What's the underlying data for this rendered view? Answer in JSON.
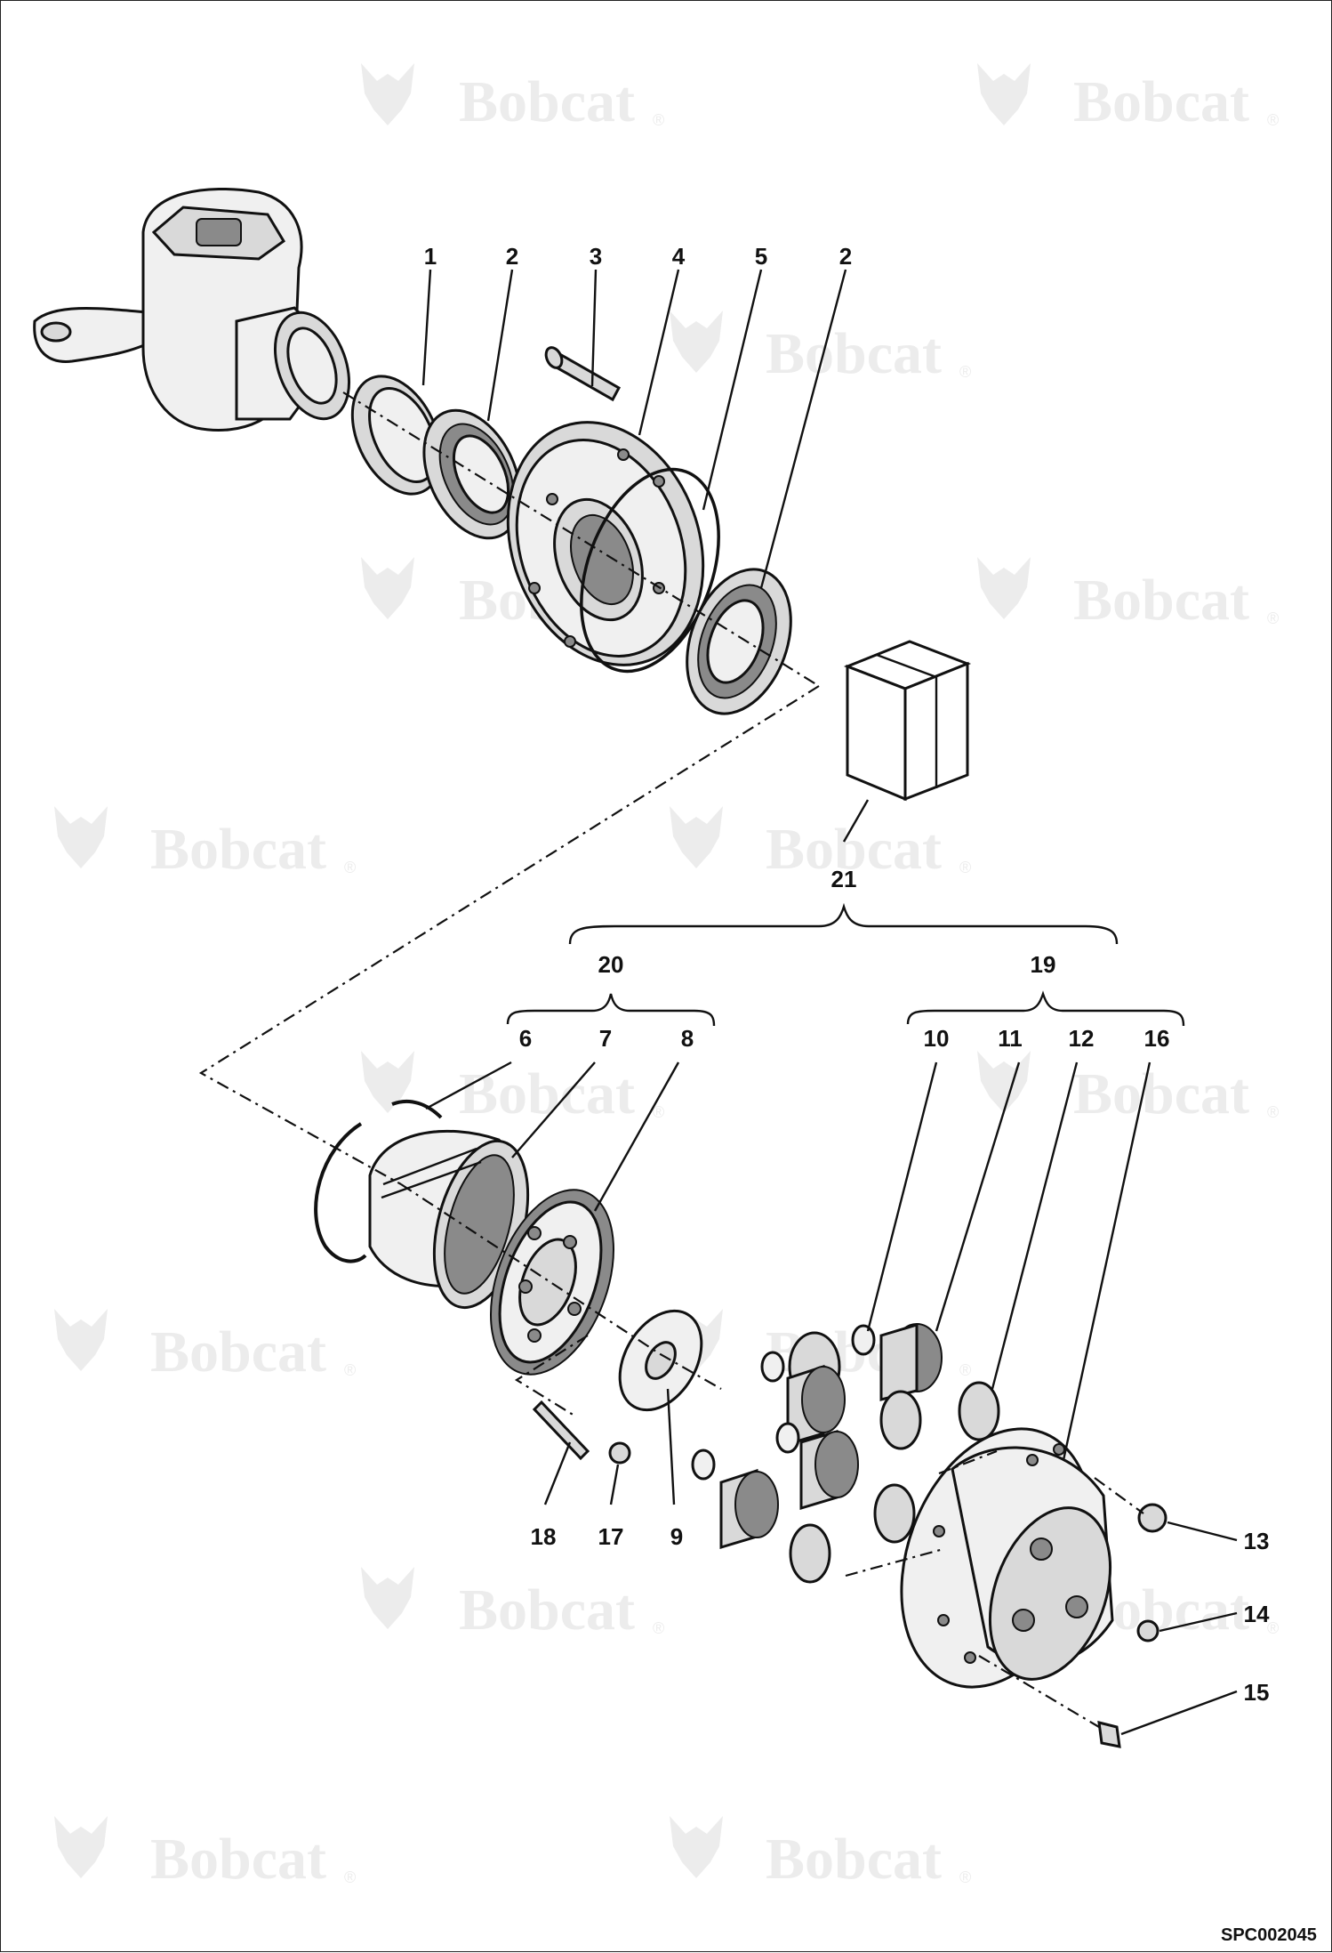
{
  "watermark": {
    "brand": "Bobcat",
    "reg": "®"
  },
  "drawing_code": "SPC002045",
  "callouts": [
    {
      "id": "c1",
      "text": "1"
    },
    {
      "id": "c2a",
      "text": "2"
    },
    {
      "id": "c3",
      "text": "3"
    },
    {
      "id": "c4",
      "text": "4"
    },
    {
      "id": "c5",
      "text": "5"
    },
    {
      "id": "c2b",
      "text": "2"
    },
    {
      "id": "c21",
      "text": "21"
    },
    {
      "id": "c20",
      "text": "20"
    },
    {
      "id": "c19",
      "text": "19"
    },
    {
      "id": "c6",
      "text": "6"
    },
    {
      "id": "c7",
      "text": "7"
    },
    {
      "id": "c8",
      "text": "8"
    },
    {
      "id": "c10",
      "text": "10"
    },
    {
      "id": "c11",
      "text": "11"
    },
    {
      "id": "c12",
      "text": "12"
    },
    {
      "id": "c16",
      "text": "16"
    },
    {
      "id": "c18",
      "text": "18"
    },
    {
      "id": "c17",
      "text": "17"
    },
    {
      "id": "c9",
      "text": "9"
    },
    {
      "id": "c13",
      "text": "13"
    },
    {
      "id": "c14",
      "text": "14"
    },
    {
      "id": "c15",
      "text": "15"
    }
  ]
}
